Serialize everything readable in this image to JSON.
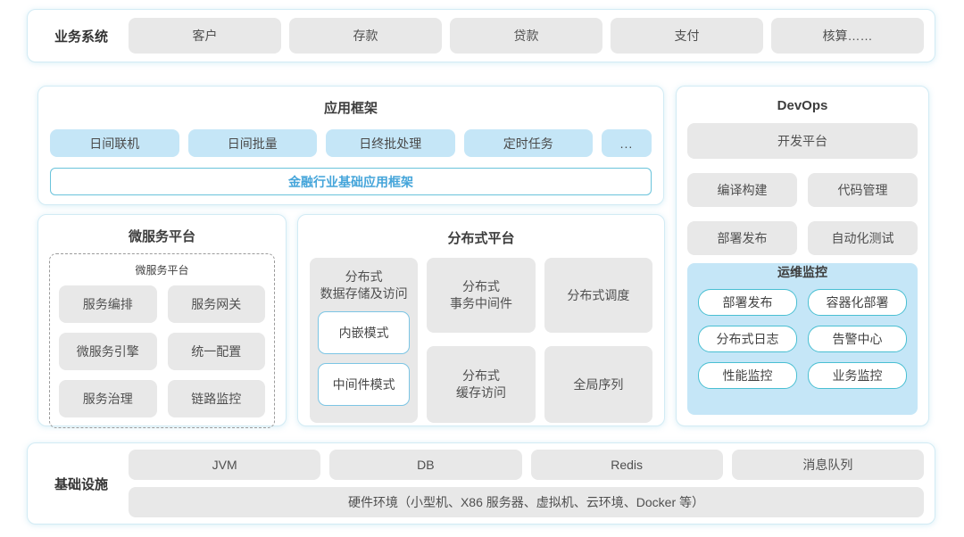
{
  "colors": {
    "panel_border": "#d2ebf4",
    "gray_box": "#e8e8e8",
    "blue_box": "#c5e6f7",
    "teal_border": "#49bfd2",
    "sky_border": "#7cc5e4",
    "accent_text": "#45a5da",
    "title_text": "#3d3d3d",
    "box_text": "#4f4f4f"
  },
  "top_bar": {
    "label": "业务系统",
    "items": [
      "客户",
      "存款",
      "贷款",
      "支付",
      "核算……"
    ]
  },
  "app_framework": {
    "title": "应用框架",
    "items": [
      "日间联机",
      "日间批量",
      "日终批处理",
      "定时任务",
      "..."
    ],
    "base": "金融行业基础应用框架"
  },
  "devops": {
    "title": "DevOps",
    "platform": "开发平台",
    "items": [
      "编译构建",
      "代码管理",
      "部署发布",
      "自动化测试"
    ],
    "monitor": {
      "title": "运维监控",
      "items": [
        "部署发布",
        "容器化部署",
        "分布式日志",
        "告警中心",
        "性能监控",
        "业务监控"
      ]
    }
  },
  "microservice": {
    "title": "微服务平台",
    "inner_title": "微服务平台",
    "items": [
      "服务编排",
      "服务网关",
      "微服务引擎",
      "统一配置",
      "服务治理",
      "链路监控"
    ]
  },
  "distributed": {
    "title": "分布式平台",
    "storage": {
      "heading": "分布式\n数据存储及访问",
      "modes": [
        "内嵌模式",
        "中间件模式"
      ]
    },
    "col2": [
      "分布式\n事务中间件",
      "分布式\n缓存访问"
    ],
    "col3": [
      "分布式调度",
      "全局序列"
    ]
  },
  "infrastructure": {
    "label": "基础设施",
    "items": [
      "JVM",
      "DB",
      "Redis",
      "消息队列"
    ],
    "hardware": "硬件环境（小型机、X86 服务器、虚拟机、云环境、Docker 等）"
  }
}
